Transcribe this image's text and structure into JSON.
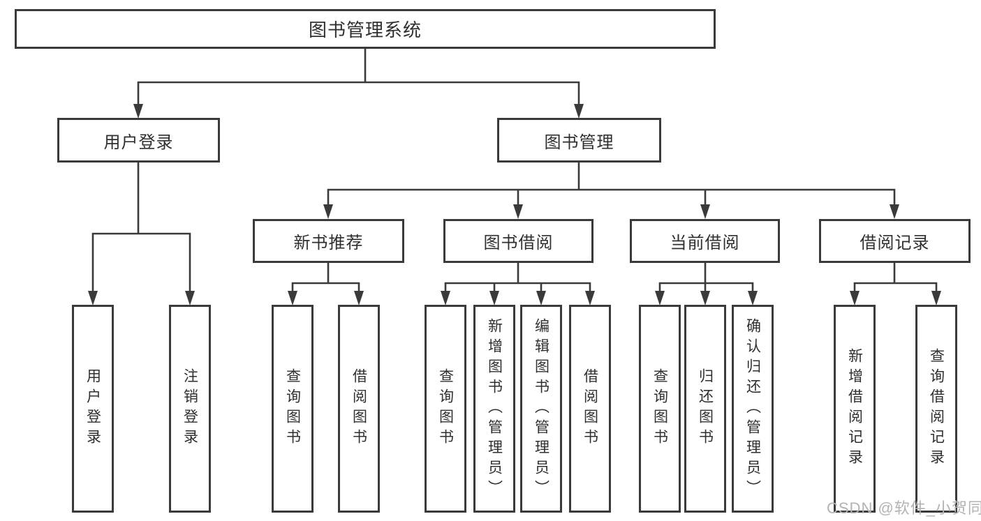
{
  "diagram": {
    "title_node": "图书管理系统",
    "root": {
      "label": "图书管理系统"
    },
    "level2": [
      {
        "label": "用户登录"
      },
      {
        "label": "图书管理"
      }
    ],
    "level3": [
      {
        "label": "新书推荐"
      },
      {
        "label": "图书借阅"
      },
      {
        "label": "当前借阅"
      },
      {
        "label": "借阅记录"
      }
    ],
    "leaves": [
      {
        "label": "用户登录"
      },
      {
        "label": "注销登录"
      },
      {
        "label": "查询图书"
      },
      {
        "label": "借阅图书"
      },
      {
        "label": "查询图书"
      },
      {
        "label": "新增图书（管理员）"
      },
      {
        "label": "编辑图书（管理员）"
      },
      {
        "label": "借阅图书"
      },
      {
        "label": "查询图书"
      },
      {
        "label": "归还图书"
      },
      {
        "label": "确认归还（管理员）"
      },
      {
        "label": "新增借阅记录"
      },
      {
        "label": "查询借阅记录"
      }
    ]
  },
  "watermark": {
    "text": "CSDN @软件_小贺同学"
  },
  "colors": {
    "line": "#3a3a3a",
    "text": "#2f2f2f",
    "watermark_gray": "#b3b3b3",
    "background": "#ffffff"
  }
}
